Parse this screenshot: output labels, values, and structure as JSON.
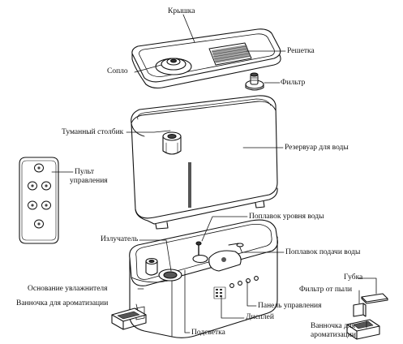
{
  "labels": {
    "lid": "Крышка",
    "nozzle": "Сопло",
    "grille": "Решетка",
    "filter": "Фильтр",
    "mist_column": "Туманный столбик",
    "tank": "Резервуар для воды",
    "remote_line1": "Пульт",
    "remote_line2": "управления",
    "level_float": "Поплавок уровня воды",
    "emitter": "Излучатель",
    "feed_float": "Поплавок подачи воды",
    "sponge": "Губка",
    "base": "Основание увлажнителя",
    "dust_filter": "Фильтр от пыли",
    "aroma_tray": "Ванночка для ароматизации",
    "control_panel": "Панель управления",
    "display": "Дисплей",
    "aroma_tray2_line1": "Ванночка для",
    "aroma_tray2_line2": "ароматизации",
    "backlight": "Подсветка"
  },
  "colors": {
    "line": "#111111",
    "fill": "#ffffff",
    "shade": "#cfcfcf",
    "dark": "#3a3a3a"
  }
}
